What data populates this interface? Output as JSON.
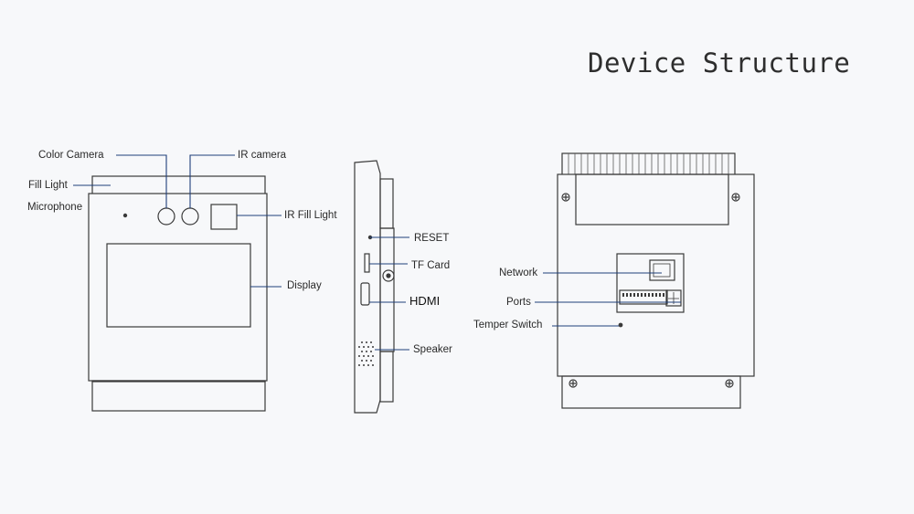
{
  "title": "Device Structure",
  "front": {
    "labels": {
      "color_camera": "Color Camera",
      "ir_camera": "IR camera",
      "fill_light": "Fill Light",
      "microphone": "Microphone",
      "ir_fill_light": "IR Fill Light",
      "display": "Display"
    }
  },
  "side": {
    "labels": {
      "reset": "RESET",
      "tf_card": "TF Card",
      "hdmi": "HDMI",
      "speaker": "Speaker"
    }
  },
  "back": {
    "labels": {
      "network": "Network",
      "ports": "Ports",
      "temper_switch": "Temper Switch"
    }
  },
  "colors": {
    "outline": "#3a3a3a",
    "leader_line": "#1f3f7a",
    "background": "#f7f8fa"
  }
}
